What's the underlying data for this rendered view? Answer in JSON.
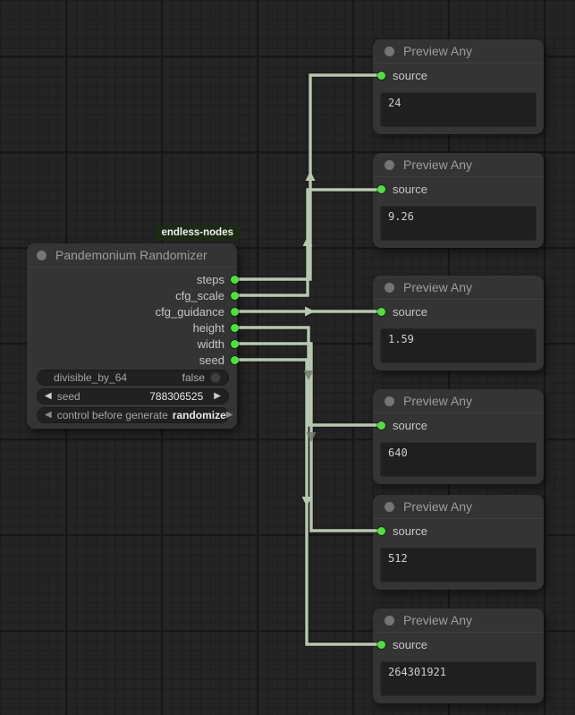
{
  "colors": {
    "canvas_bg": "#242424",
    "grid_minor": "#1d1d1d",
    "grid_major": "#161616",
    "node_bg": "#343434",
    "node_title_text": "#9d9d9d",
    "slot_label_text": "#c6c6c6",
    "port_green": "#4ee13d",
    "title_dot": "#757575",
    "wire": "#b8c7b0",
    "arrow_dim": "#707867",
    "widget_bg": "#212121",
    "widget_label": "#a5a5a5",
    "widget_value": "#e8e8e8",
    "box_bg": "#1f1f1f",
    "box_text": "#cfcfcf",
    "badge_bg": "#1c2a13",
    "badge_text": "#efefef"
  },
  "badge": {
    "label": "endless-nodes"
  },
  "randomizer": {
    "title": "Pandemonium Randomizer",
    "outputs": [
      "steps",
      "cfg_scale",
      "cfg_guidance",
      "height",
      "width",
      "seed"
    ],
    "widgets": {
      "toggle": {
        "label": "divisible_by_64",
        "value": "false"
      },
      "seed": {
        "label": "seed",
        "value": "788306525"
      },
      "control": {
        "label": "control before generate",
        "value": "randomize"
      }
    }
  },
  "icons": {
    "left_arrow": "◀",
    "right_arrow": "▶"
  },
  "previews": [
    {
      "title": "Preview Any",
      "input": "source",
      "value": "24"
    },
    {
      "title": "Preview Any",
      "input": "source",
      "value": "9.26"
    },
    {
      "title": "Preview Any",
      "input": "source",
      "value": "1.59"
    },
    {
      "title": "Preview Any",
      "input": "source",
      "value": "640"
    },
    {
      "title": "Preview Any",
      "input": "source",
      "value": "512"
    },
    {
      "title": "Preview Any",
      "input": "source",
      "value": "264301921"
    }
  ]
}
